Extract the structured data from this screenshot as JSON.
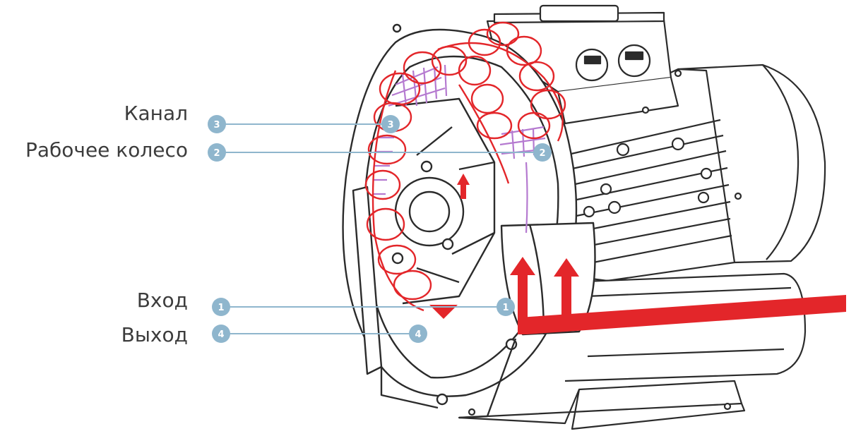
{
  "labels": {
    "channel": "Канал",
    "impeller": "Рабочее колесо",
    "inlet": "Вход",
    "outlet": "Выход"
  },
  "markers": {
    "inlet": "1",
    "impeller": "2",
    "channel": "3",
    "outlet": "4"
  },
  "colors": {
    "leader": "#8fb6cd",
    "badge": "#8fb6cd",
    "airflow": "#e3262a",
    "impeller_blades": "#b57ad0",
    "outline": "#2b2b2b"
  }
}
